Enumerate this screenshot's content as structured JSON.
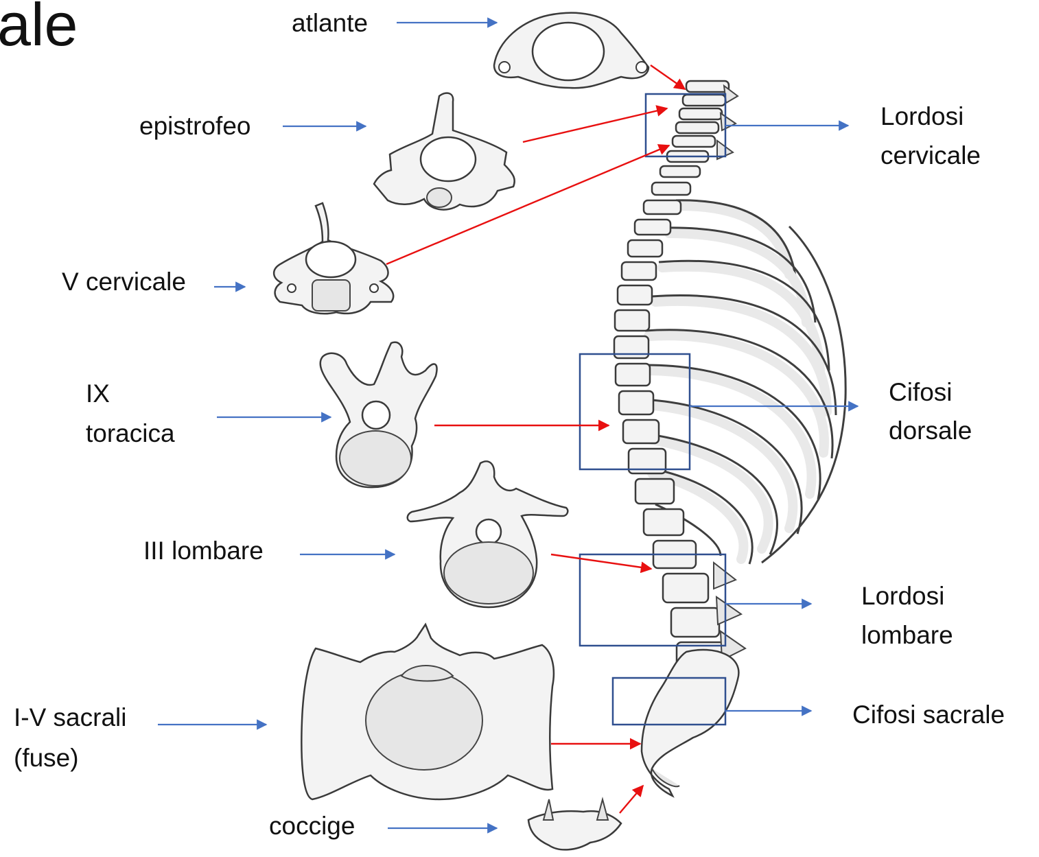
{
  "title_fragment": "ale",
  "vertebrae_labels": {
    "atlante": "atlante",
    "epistrofeo": "epistrofeo",
    "v_cervicale": "V cervicale",
    "ix_toracica_line1": "IX",
    "ix_toracica_line2": "toracica",
    "iii_lombare": "III lombare",
    "sacrali_line1": "I-V sacrali",
    "sacrali_line2": "(fuse)",
    "coccige": "coccige"
  },
  "curve_labels": {
    "lordosi_cervicale_line1": "Lordosi",
    "lordosi_cervicale_line2": "cervicale",
    "cifosi_dorsale_line1": "Cifosi",
    "cifosi_dorsale_line2": "dorsale",
    "lordosi_lombare_line1": "Lordosi",
    "lordosi_lombare_line2": "lombare",
    "cifosi_sacrale": "Cifosi sacrale"
  },
  "colors": {
    "label_arrow": "#4472c4",
    "pointer_arrow": "#e81010",
    "region_box": "#2f4f8f"
  }
}
